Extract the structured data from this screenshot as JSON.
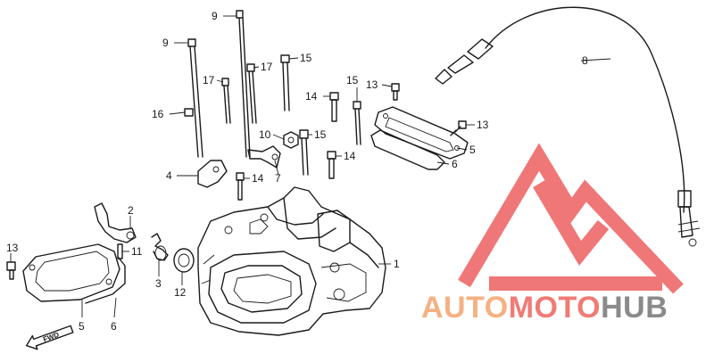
{
  "callouts": [
    {
      "id": "c9a",
      "text": "9"
    },
    {
      "id": "c9b",
      "text": "9"
    },
    {
      "id": "c15a",
      "text": "15"
    },
    {
      "id": "c17a",
      "text": "17"
    },
    {
      "id": "c17b",
      "text": "17"
    },
    {
      "id": "c16",
      "text": "16"
    },
    {
      "id": "c14a",
      "text": "14"
    },
    {
      "id": "c15b",
      "text": "15"
    },
    {
      "id": "c13a",
      "text": "13"
    },
    {
      "id": "c13b",
      "text": "13"
    },
    {
      "id": "c10",
      "text": "10"
    },
    {
      "id": "c15c",
      "text": "15"
    },
    {
      "id": "c5a",
      "text": "5"
    },
    {
      "id": "c6a",
      "text": "6"
    },
    {
      "id": "c14b",
      "text": "14"
    },
    {
      "id": "c4",
      "text": "4"
    },
    {
      "id": "c7",
      "text": "7"
    },
    {
      "id": "c14c",
      "text": "14"
    },
    {
      "id": "c8",
      "text": "8"
    },
    {
      "id": "c2",
      "text": "2"
    },
    {
      "id": "c11",
      "text": "11"
    },
    {
      "id": "c13c",
      "text": "13"
    },
    {
      "id": "c3",
      "text": "3"
    },
    {
      "id": "c12",
      "text": "12"
    },
    {
      "id": "c1",
      "text": "1"
    },
    {
      "id": "c5b",
      "text": "5"
    },
    {
      "id": "c6b",
      "text": "6"
    }
  ],
  "forward_arrow": {
    "text": "FWD"
  },
  "watermark": {
    "part_auto": "AUTO",
    "part_moto": "MOTO",
    "part_hub": "HUB",
    "color_orange": "#f5b183",
    "color_red": "#ef7b74",
    "color_gray": "#8a8a8a",
    "logo_color": "#f07070"
  }
}
